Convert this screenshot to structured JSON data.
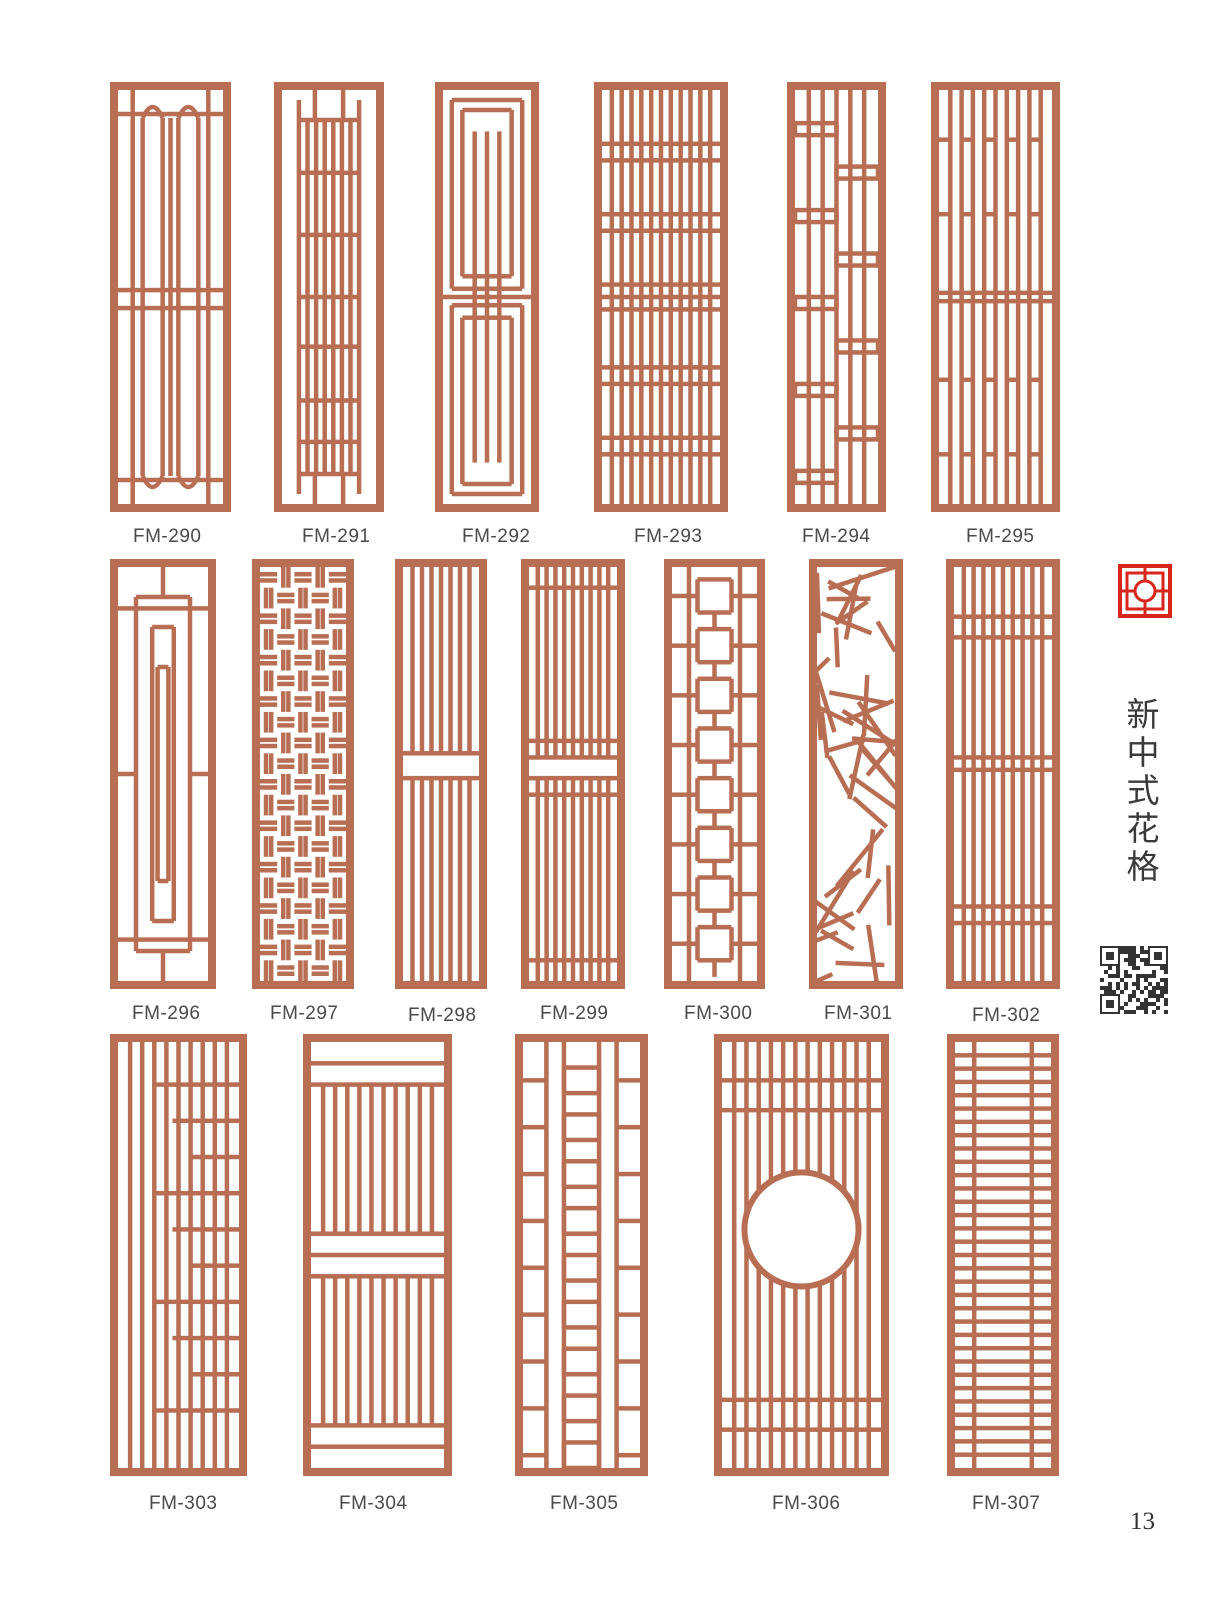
{
  "colors": {
    "frame": "#b86e52",
    "ink": "#4a4a4a",
    "accent": "#d9261c"
  },
  "side_title": [
    "新",
    "中",
    "式",
    "花",
    "格"
  ],
  "page_number": "13",
  "icons": {
    "logo": "lattice-logo-icon",
    "qr": "qr-code-icon"
  },
  "panels": [
    {
      "code": "FM-290",
      "pattern": "arched-double"
    },
    {
      "code": "FM-291",
      "pattern": "dense-center-bars"
    },
    {
      "code": "FM-292",
      "pattern": "nested-rectangles"
    },
    {
      "code": "FM-293",
      "pattern": "vertical-grid"
    },
    {
      "code": "FM-294",
      "pattern": "offset-crossbars"
    },
    {
      "code": "FM-295",
      "pattern": "fret-vertical"
    },
    {
      "code": "FM-296",
      "pattern": "center-column"
    },
    {
      "code": "FM-297",
      "pattern": "basket-weave"
    },
    {
      "code": "FM-298",
      "pattern": "band-vertical"
    },
    {
      "code": "FM-299",
      "pattern": "band-vertical-dense"
    },
    {
      "code": "FM-300",
      "pattern": "lattice-squares"
    },
    {
      "code": "FM-301",
      "pattern": "ice-crack"
    },
    {
      "code": "FM-302",
      "pattern": "fret-vertical-2"
    },
    {
      "code": "FM-303",
      "pattern": "stepped-vertical"
    },
    {
      "code": "FM-304",
      "pattern": "meander-maze"
    },
    {
      "code": "FM-305",
      "pattern": "column-fret"
    },
    {
      "code": "FM-306",
      "pattern": "moon-gate"
    },
    {
      "code": "FM-307",
      "pattern": "horizontal-slats"
    }
  ]
}
